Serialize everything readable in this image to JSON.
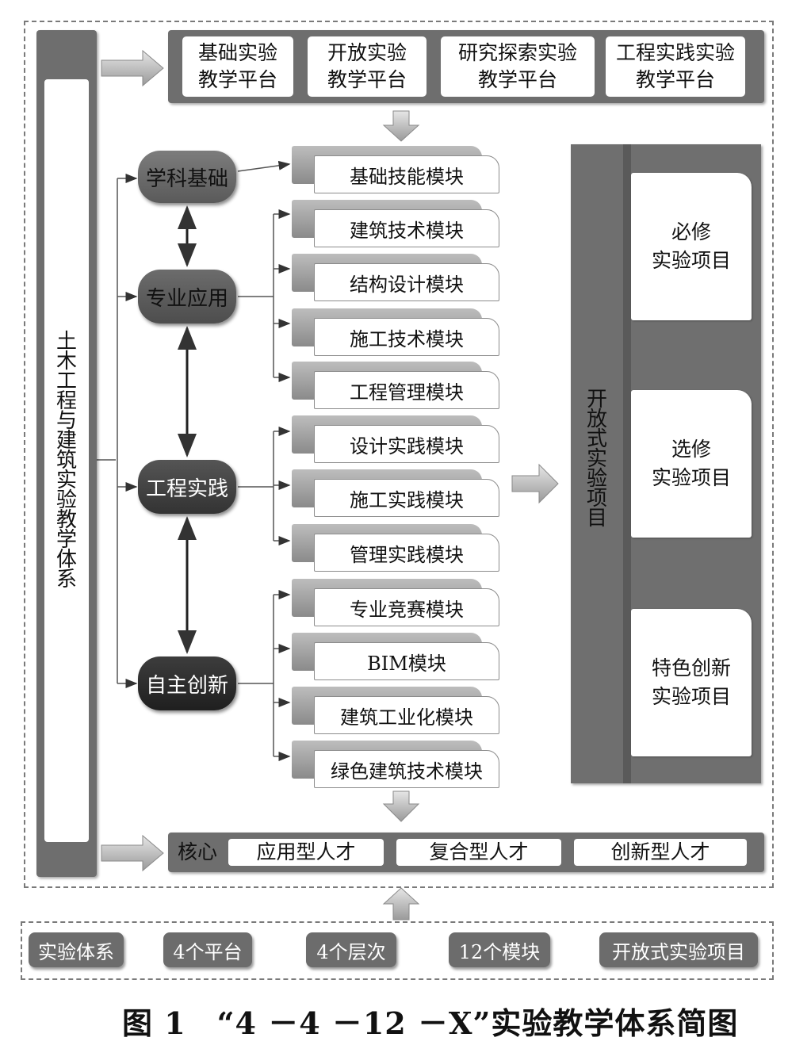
{
  "system_label": "土木工程与建筑实验教学体系",
  "platforms": [
    "基础实验\n教学平台",
    "开放实验\n教学平台",
    "研究探索实验\n教学平台",
    "工程实践实验\n教学平台"
  ],
  "levels": [
    {
      "label": "学科基础",
      "modules": [
        "基础技能模块"
      ]
    },
    {
      "label": "专业应用",
      "modules": [
        "建筑技术模块",
        "结构设计模块",
        "施工技术模块",
        "工程管理模块"
      ]
    },
    {
      "label": "工程实践",
      "modules": [
        "设计实践模块",
        "施工实践模块",
        "管理实践模块"
      ]
    },
    {
      "label": "自主创新",
      "modules": [
        "专业竞赛模块",
        "BIM模块",
        "建筑工业化模块",
        "绿色建筑技术模块"
      ]
    }
  ],
  "open_projects": {
    "title": "开放式实验项目",
    "items": [
      "必修\n实验项目",
      "选修\n实验项目",
      "特色创新\n实验项目"
    ]
  },
  "core": {
    "label": "核心",
    "items": [
      "应用型人才",
      "复合型人才",
      "创新型人才"
    ]
  },
  "summary": [
    "实验体系",
    "4个平台",
    "4个层次",
    "12个模块",
    "开放式实验项目"
  ],
  "caption": "图 1　“4 －4 －12 －X”实验教学体系简图"
}
